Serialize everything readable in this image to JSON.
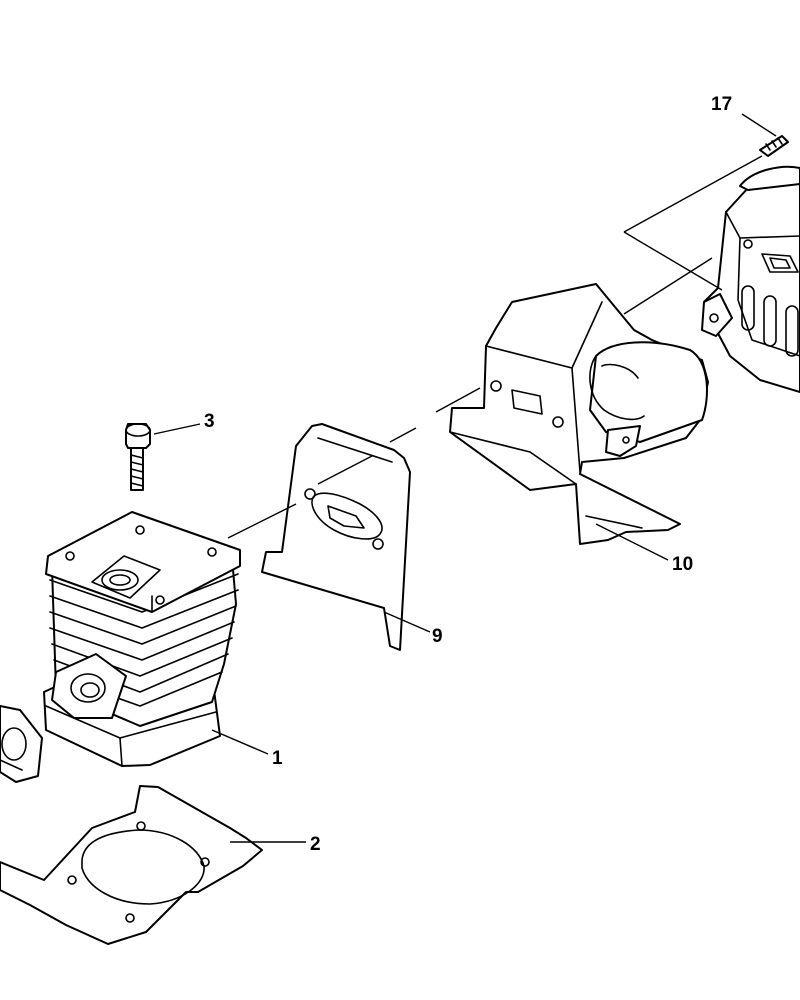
{
  "labels": {
    "part_1": "1",
    "part_2": "2",
    "part_3": "3",
    "part_9": "9",
    "part_10": "10",
    "part_17": "17"
  },
  "colors": {
    "line": "#000000",
    "background": "#ffffff"
  }
}
